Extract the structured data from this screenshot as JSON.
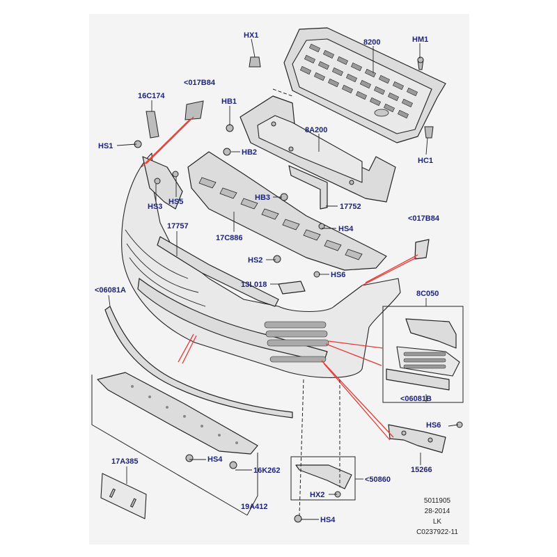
{
  "diagram": {
    "labels": {
      "hx1": "HX1",
      "p8200": "8200",
      "hm1": "HM1",
      "p16c174": "16C174",
      "p017b84_top": "<017B84",
      "hb1": "HB1",
      "p8a200": "8A200",
      "hs1": "HS1",
      "hc1": "HC1",
      "hb2": "HB2",
      "hs3": "HS3",
      "hs5": "HS5",
      "hb3": "HB3",
      "p17752": "17752",
      "p17757": "17757",
      "p17c886": "17C886",
      "hs4_mid": "HS4",
      "p017b84_right": "<017B84",
      "hs2": "HS2",
      "hs6_mid": "HS6",
      "p13l018": "13L018",
      "p06081a": "<06081A",
      "p8c050": "8C050",
      "p06081b": "<06081B",
      "hs6_right": "HS6",
      "p15266": "15266",
      "hs4_lower": "HS4",
      "p16k262": "16K262",
      "p17a385": "17A385",
      "p19a412": "19A412",
      "p50860": "<50860",
      "hx2": "HX2",
      "hs4_bottom": "HS4"
    },
    "reference": {
      "line1": "5011905",
      "line2": "28-2014",
      "line3": "LK",
      "line4": "C0237922-11"
    },
    "colors": {
      "label": "#1a237e",
      "highlight": "#e53935",
      "background": "#f4f4f4"
    }
  }
}
